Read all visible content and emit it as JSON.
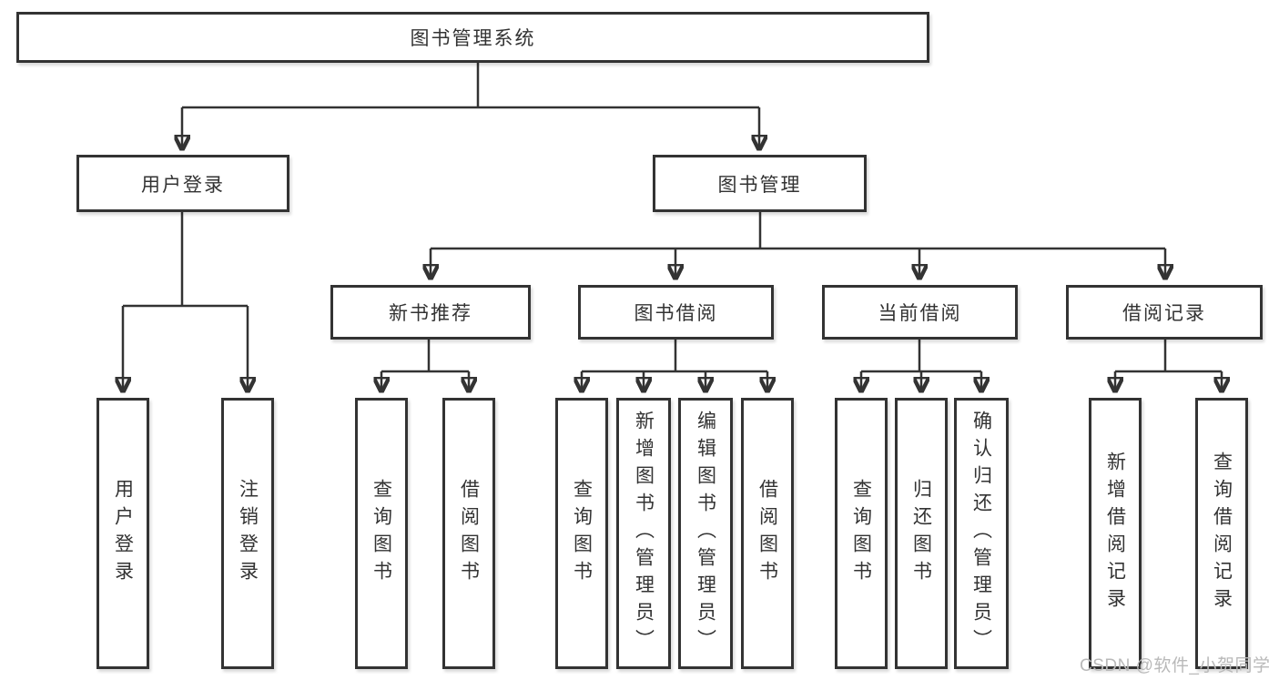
{
  "root": {
    "label": "图书管理系统"
  },
  "branches": [
    {
      "label": "用户登录",
      "children": [
        {
          "label": "用户登录"
        },
        {
          "label": "注销登录"
        }
      ]
    },
    {
      "label": "图书管理",
      "children": [
        {
          "label": "新书推荐",
          "children": [
            {
              "label": "查询图书"
            },
            {
              "label": "借阅图书"
            }
          ]
        },
        {
          "label": "图书借阅",
          "children": [
            {
              "label": "查询图书"
            },
            {
              "label": "新增图书（管理员）"
            },
            {
              "label": "编辑图书（管理员）"
            },
            {
              "label": "借阅图书"
            }
          ]
        },
        {
          "label": "当前借阅",
          "children": [
            {
              "label": "查询图书"
            },
            {
              "label": "归还图书"
            },
            {
              "label": "确认归还（管理员）"
            }
          ]
        },
        {
          "label": "借阅记录",
          "children": [
            {
              "label": "新增借阅记录"
            },
            {
              "label": "查询借阅记录"
            }
          ]
        }
      ]
    }
  ],
  "watermark": {
    "text": "CSDN @软件_小贺同学"
  },
  "style": {
    "line_color": "#333333",
    "box_border_color": "#333333",
    "text_color": "#333333",
    "watermark_color": "#b9b9b9",
    "background": "#ffffff"
  }
}
